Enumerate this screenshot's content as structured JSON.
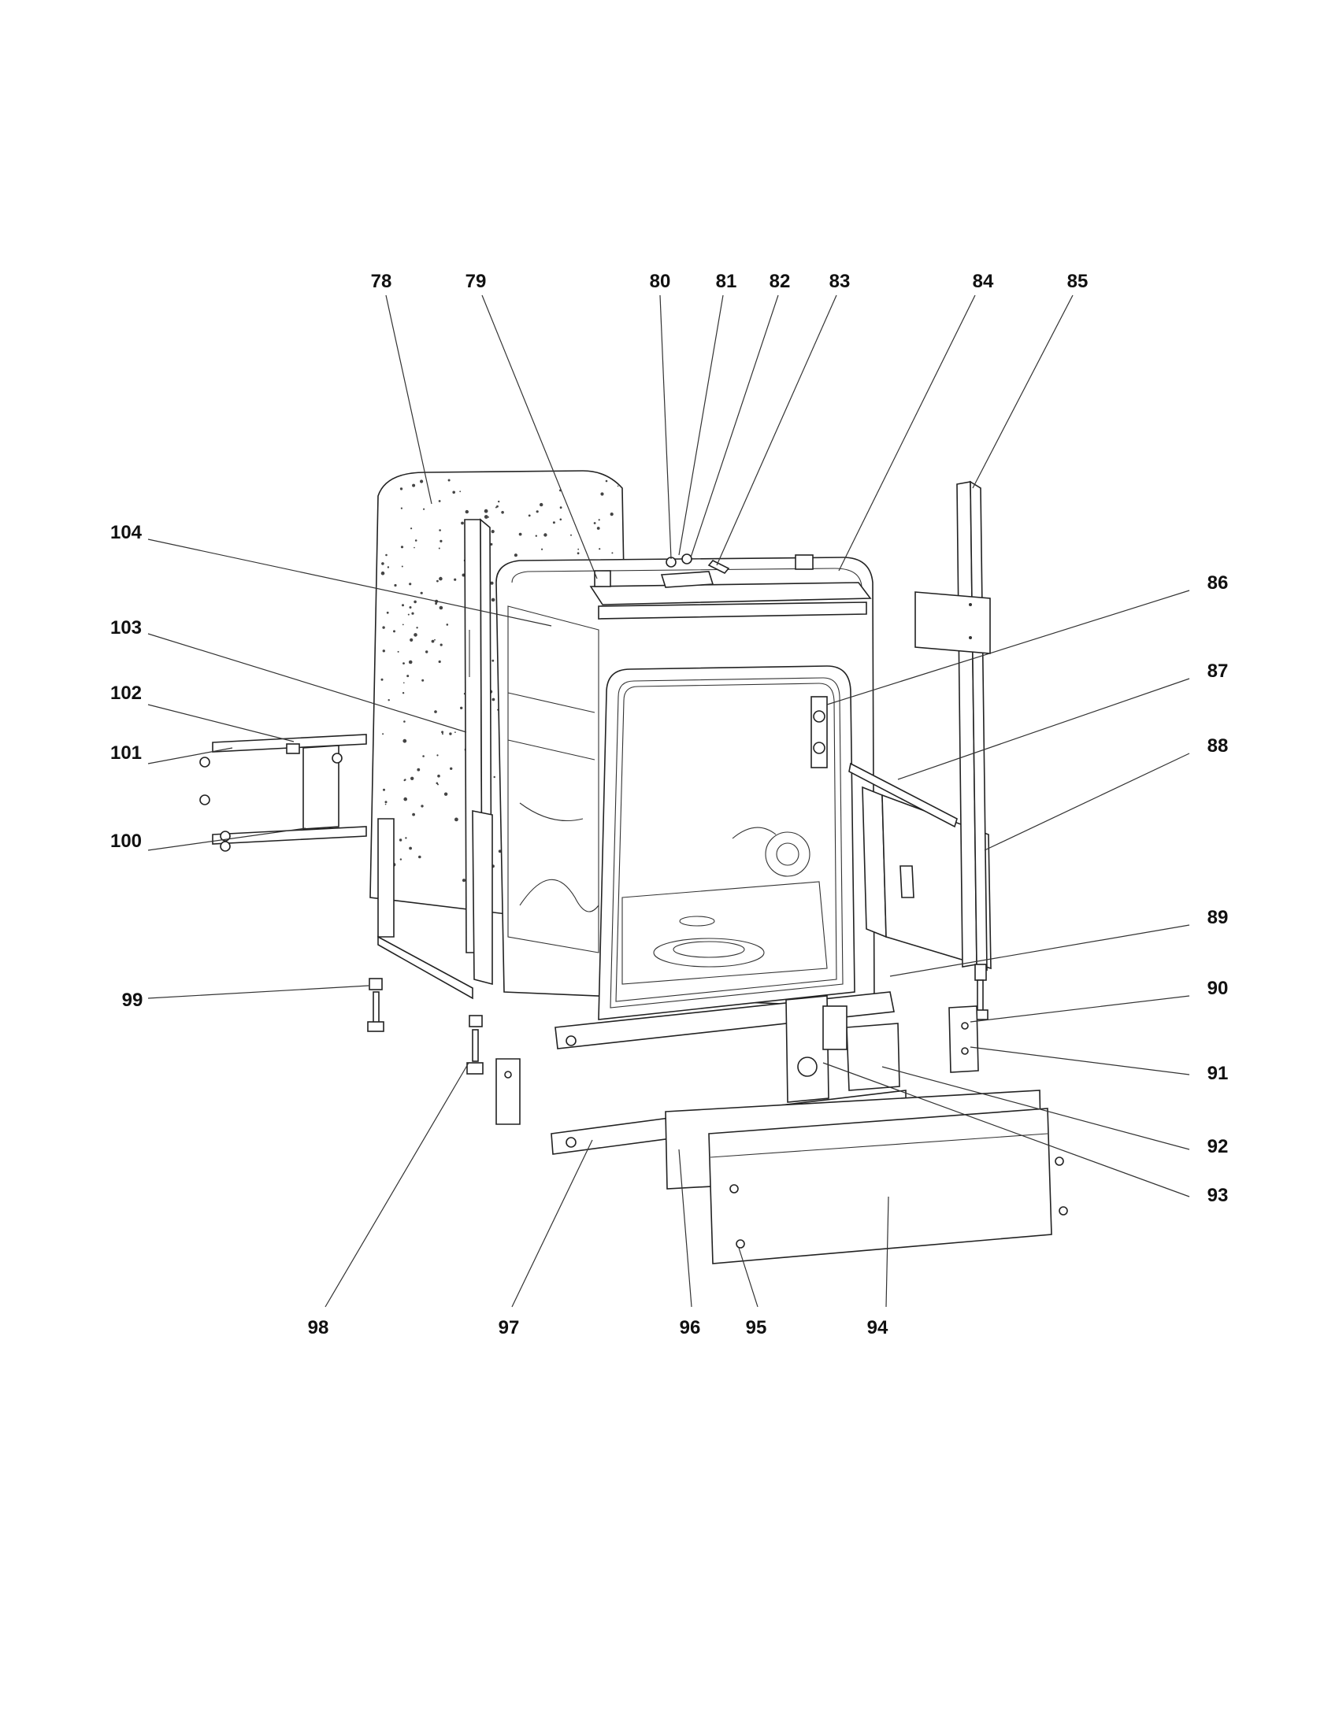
{
  "diagram": {
    "callouts": [
      {
        "id": "78",
        "label": "78"
      },
      {
        "id": "79",
        "label": "79"
      },
      {
        "id": "80",
        "label": "80"
      },
      {
        "id": "81",
        "label": "81"
      },
      {
        "id": "82",
        "label": "82"
      },
      {
        "id": "83",
        "label": "83"
      },
      {
        "id": "84",
        "label": "84"
      },
      {
        "id": "85",
        "label": "85"
      },
      {
        "id": "86",
        "label": "86"
      },
      {
        "id": "87",
        "label": "87"
      },
      {
        "id": "88",
        "label": "88"
      },
      {
        "id": "89",
        "label": "89"
      },
      {
        "id": "90",
        "label": "90"
      },
      {
        "id": "91",
        "label": "91"
      },
      {
        "id": "92",
        "label": "92"
      },
      {
        "id": "93",
        "label": "93"
      },
      {
        "id": "94",
        "label": "94"
      },
      {
        "id": "95",
        "label": "95"
      },
      {
        "id": "96",
        "label": "96"
      },
      {
        "id": "97",
        "label": "97"
      },
      {
        "id": "98",
        "label": "98"
      },
      {
        "id": "99",
        "label": "99"
      },
      {
        "id": "100",
        "label": "100"
      },
      {
        "id": "101",
        "label": "101"
      },
      {
        "id": "102",
        "label": "102"
      },
      {
        "id": "103",
        "label": "103"
      },
      {
        "id": "104",
        "label": "104"
      }
    ]
  }
}
